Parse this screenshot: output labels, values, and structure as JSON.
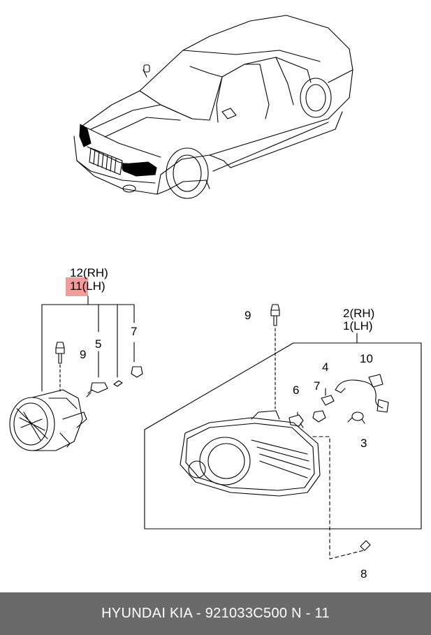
{
  "callouts": {
    "fog_rh": "12(RH)",
    "fog_lh": "11(LH)",
    "head_rh": "2(RH)",
    "head_lh": "1(LH)",
    "p3": "3",
    "p4": "4",
    "p5": "5",
    "p6": "6",
    "p7_fog": "7",
    "p7_head": "7",
    "p8": "8",
    "p9_fog": "9",
    "p9_head": "9",
    "p10": "10"
  },
  "highlight_color": "#f08a8a",
  "footer": {
    "brand": "HYUNDAI  KIA",
    "part_number": "921033C500",
    "page": "N - 11",
    "text": "HYUNDAI  KIA - 921033C500     N - 11"
  }
}
